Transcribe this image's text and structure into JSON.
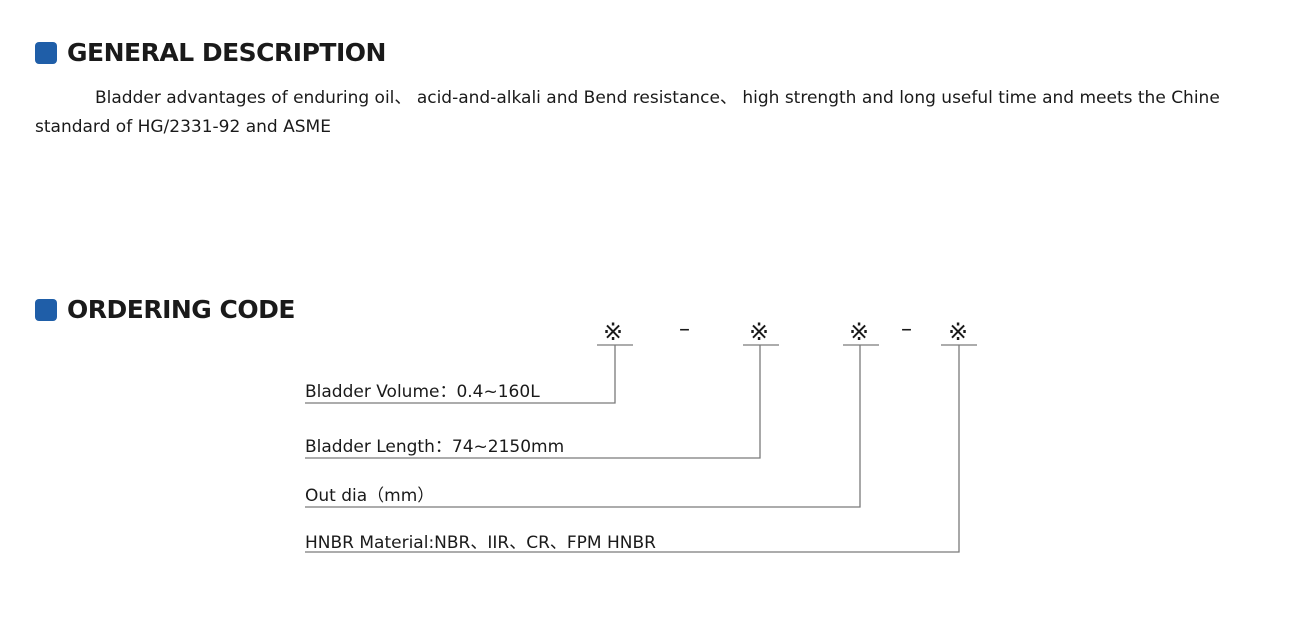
{
  "general": {
    "heading": "GENERAL DESCRIPTION",
    "text": "Bladder advantages of enduring oil、 acid-and-alkali and Bend resistance、 high strength and long useful time and meets the Chine standard of HG/2331-92 and ASME"
  },
  "ordering": {
    "heading": "ORDERING CODE",
    "code_symbols": [
      "※",
      "–",
      "※",
      "※",
      "–",
      "※"
    ],
    "rows": [
      {
        "label": "Bladder Volume：0.4~160L"
      },
      {
        "label": "Bladder Length：74~2150mm"
      },
      {
        "label": "Out dia（mm）"
      },
      {
        "label": "HNBR Material:NBR、IIR、CR、FPM HNBR"
      }
    ]
  },
  "colors": {
    "accent": "#1f5ea8",
    "line": "#7a7a7a",
    "text": "#1a1a1a"
  }
}
